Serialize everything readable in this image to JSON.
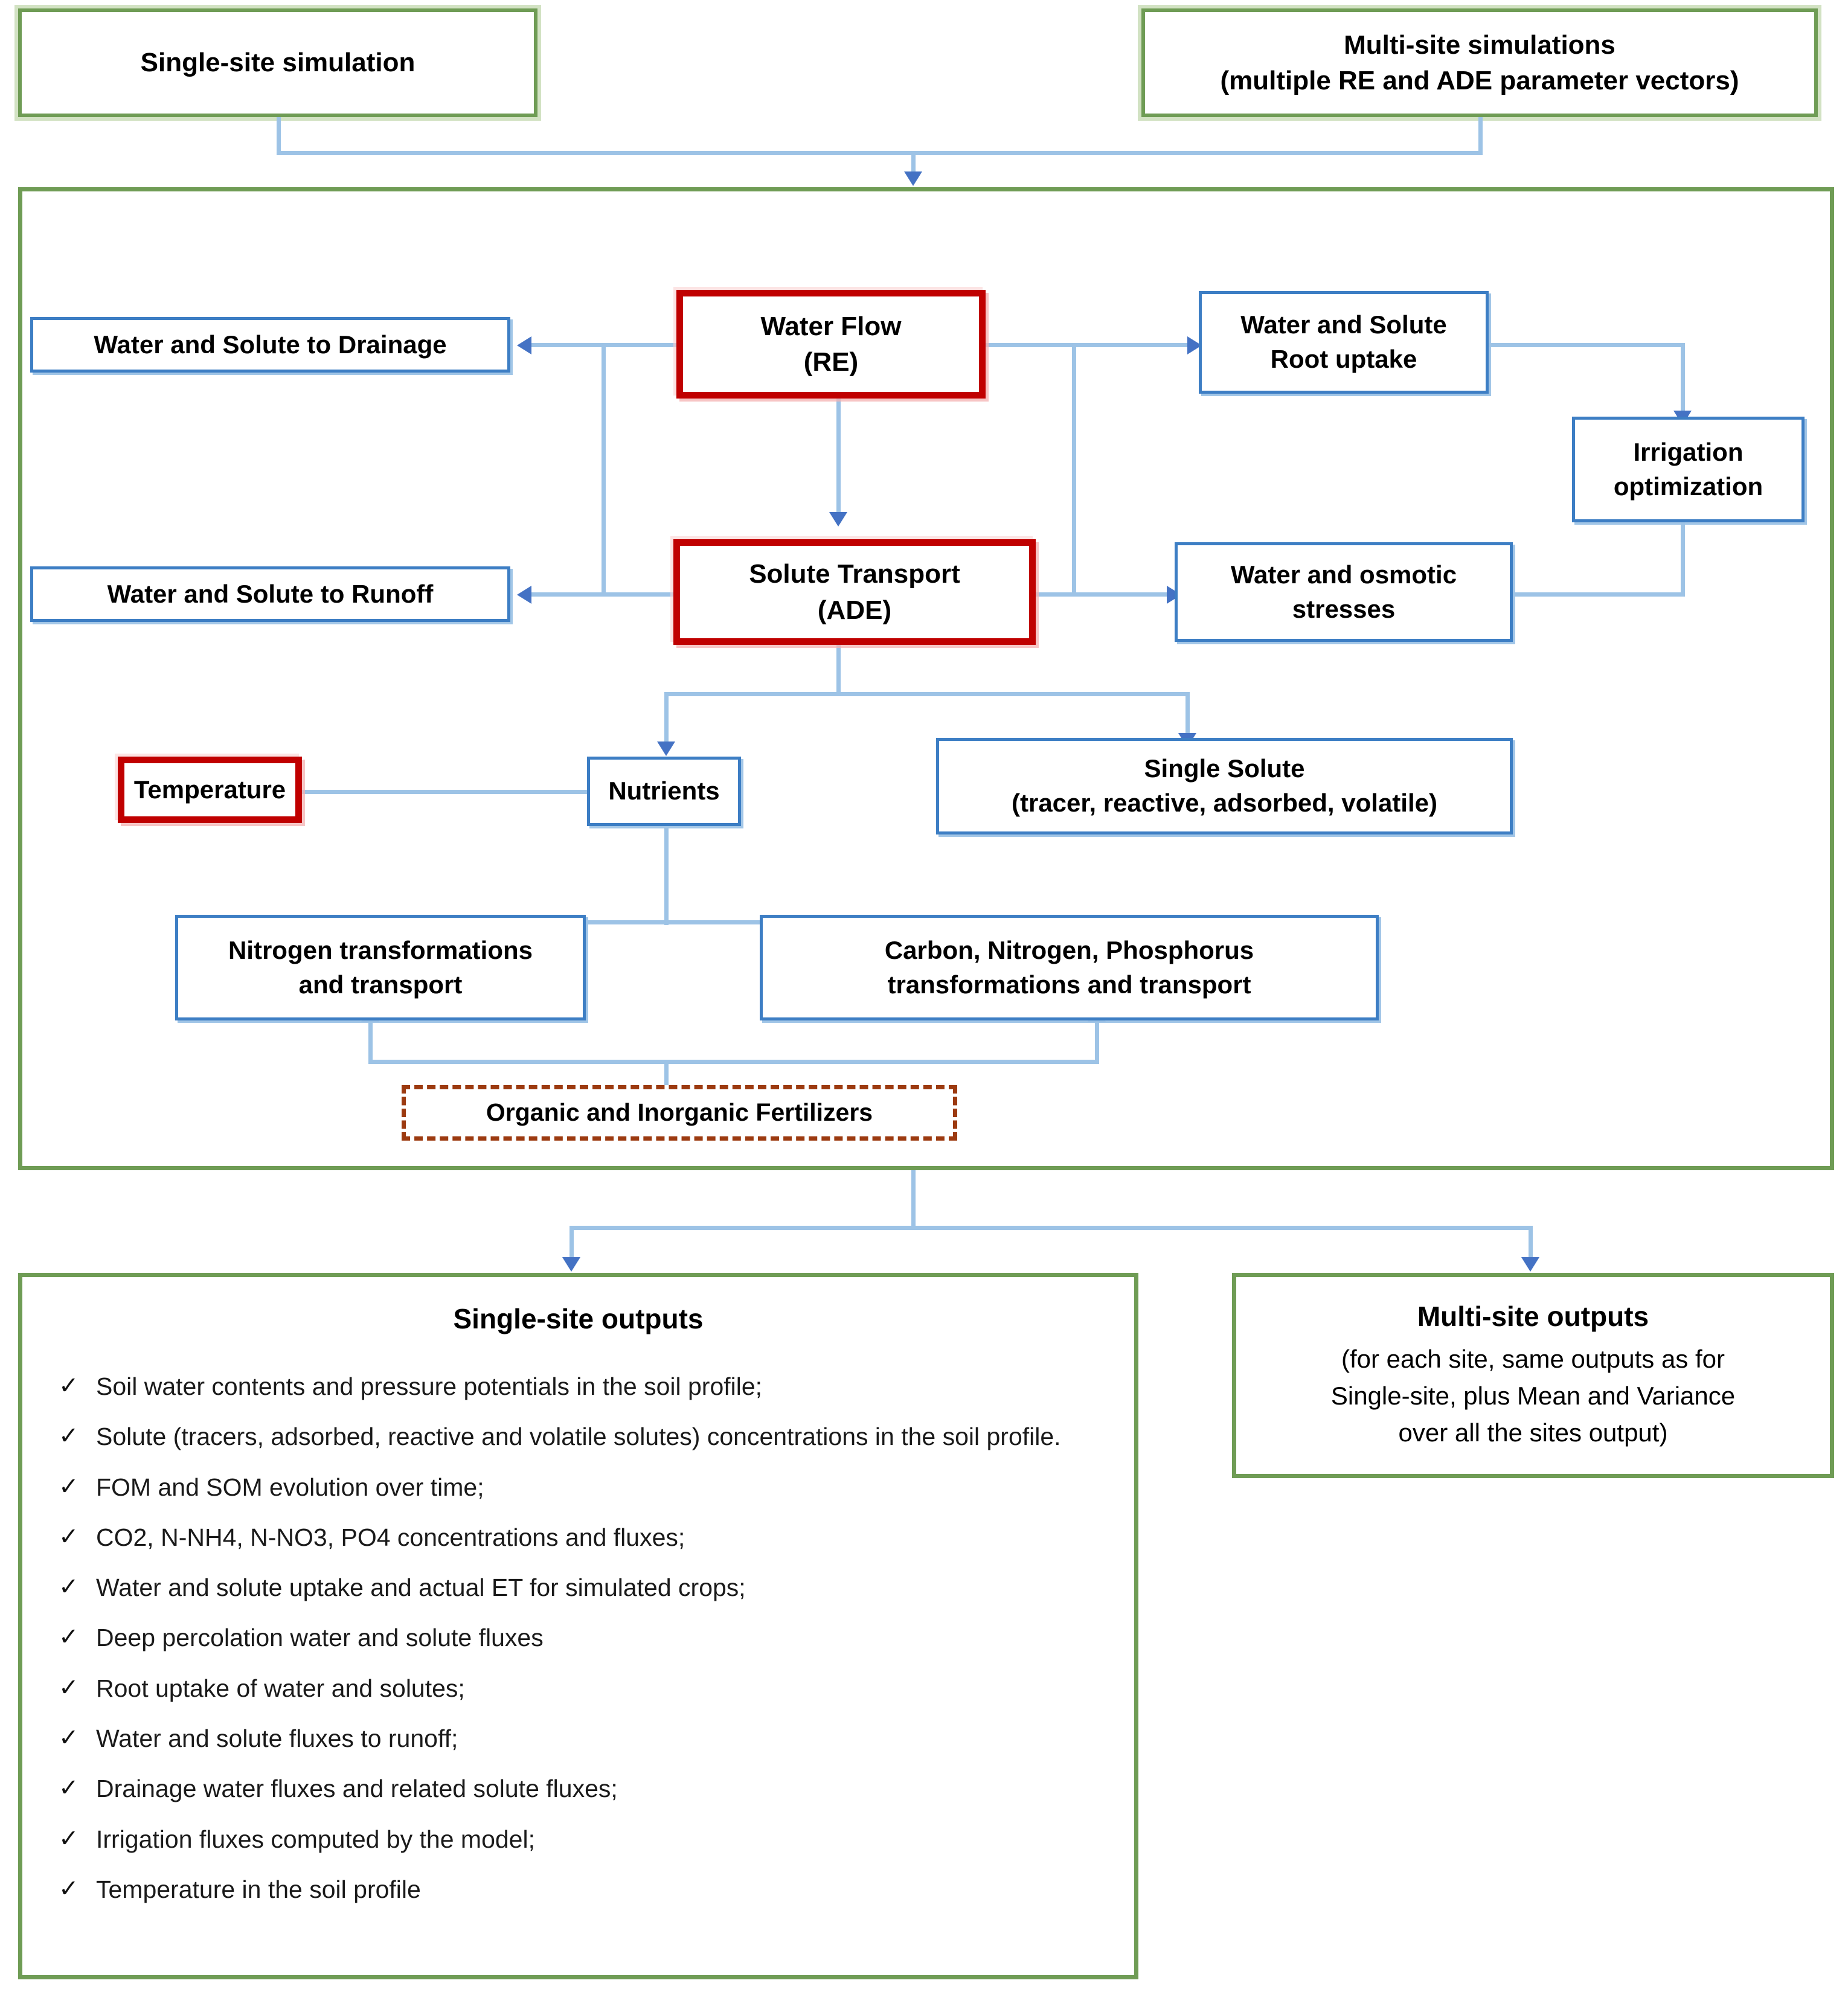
{
  "top": {
    "single_site_simulation": "Single-site simulation",
    "multi_site_simulations_title": "Multi-site simulations",
    "multi_site_simulations_sub": "(multiple RE and ADE parameter vectors)"
  },
  "core": {
    "water_flow_l1": "Water Flow",
    "water_flow_l2": "(RE)",
    "solute_transport_l1": "Solute Transport",
    "solute_transport_l2": "(ADE)",
    "drainage": "Water and Solute to Drainage",
    "runoff": "Water and Solute to Runoff",
    "root_uptake_l1": "Water and Solute",
    "root_uptake_l2": "Root uptake",
    "irrigation_l1": "Irrigation",
    "irrigation_l2": "optimization",
    "osmotic_l1": "Water and osmotic",
    "osmotic_l2": "stresses",
    "temperature": "Temperature",
    "nutrients": "Nutrients",
    "single_solute_l1": "Single Solute",
    "single_solute_l2": "(tracer, reactive, adsorbed, volatile)",
    "nitrogen_l1": "Nitrogen transformations",
    "nitrogen_l2": "and transport",
    "cnp_l1": "Carbon, Nitrogen, Phosphorus",
    "cnp_l2": "transformations and transport",
    "fertilizers": "Organic and Inorganic Fertilizers"
  },
  "outputs": {
    "single_site_title": "Single-site outputs",
    "check_glyph": "✓",
    "single_site_items": [
      "Soil water contents and pressure potentials in the soil profile;",
      "Solute (tracers, adsorbed, reactive and volatile solutes) concentrations in the soil profile.",
      "FOM and SOM evolution over time;",
      "CO2, N-NH4, N-NO3, PO4 concentrations and fluxes;",
      "Water and solute uptake and actual ET for simulated crops;",
      "Deep percolation water and solute fluxes",
      "Root uptake of water and solutes;",
      "Water and solute fluxes to runoff;",
      "Drainage water fluxes and related solute fluxes;",
      "Irrigation fluxes computed by the model;",
      "Temperature in the soil profile"
    ],
    "multi_site_title": "Multi-site outputs",
    "multi_site_lines": [
      "(for each site, same outputs as for",
      "Single-site, plus Mean and Variance",
      "over all the sites output)"
    ]
  },
  "colors": {
    "green_border": "#6f9c55",
    "blue_border": "#3d7ec4",
    "blue_connector": "#9dc3e6",
    "arrow_blue": "#4472c4",
    "red_border": "#c00000",
    "dashed_red": "#9c3a10"
  }
}
